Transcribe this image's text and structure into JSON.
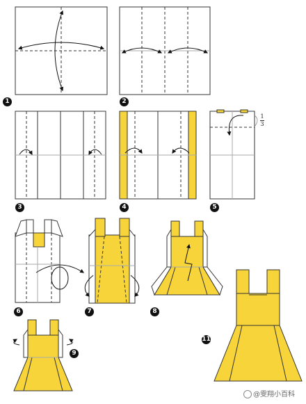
{
  "steps": [
    "1",
    "2",
    "3",
    "4",
    "5",
    "6",
    "7",
    "8",
    "9",
    "11"
  ],
  "fraction": {
    "numerator": "1",
    "denominator": "3"
  },
  "watermark": "@雯翔小百科",
  "colors": {
    "paper": "#ffffff",
    "fold": "#f7d53a",
    "outline": "#333333",
    "crease": "#555555"
  }
}
